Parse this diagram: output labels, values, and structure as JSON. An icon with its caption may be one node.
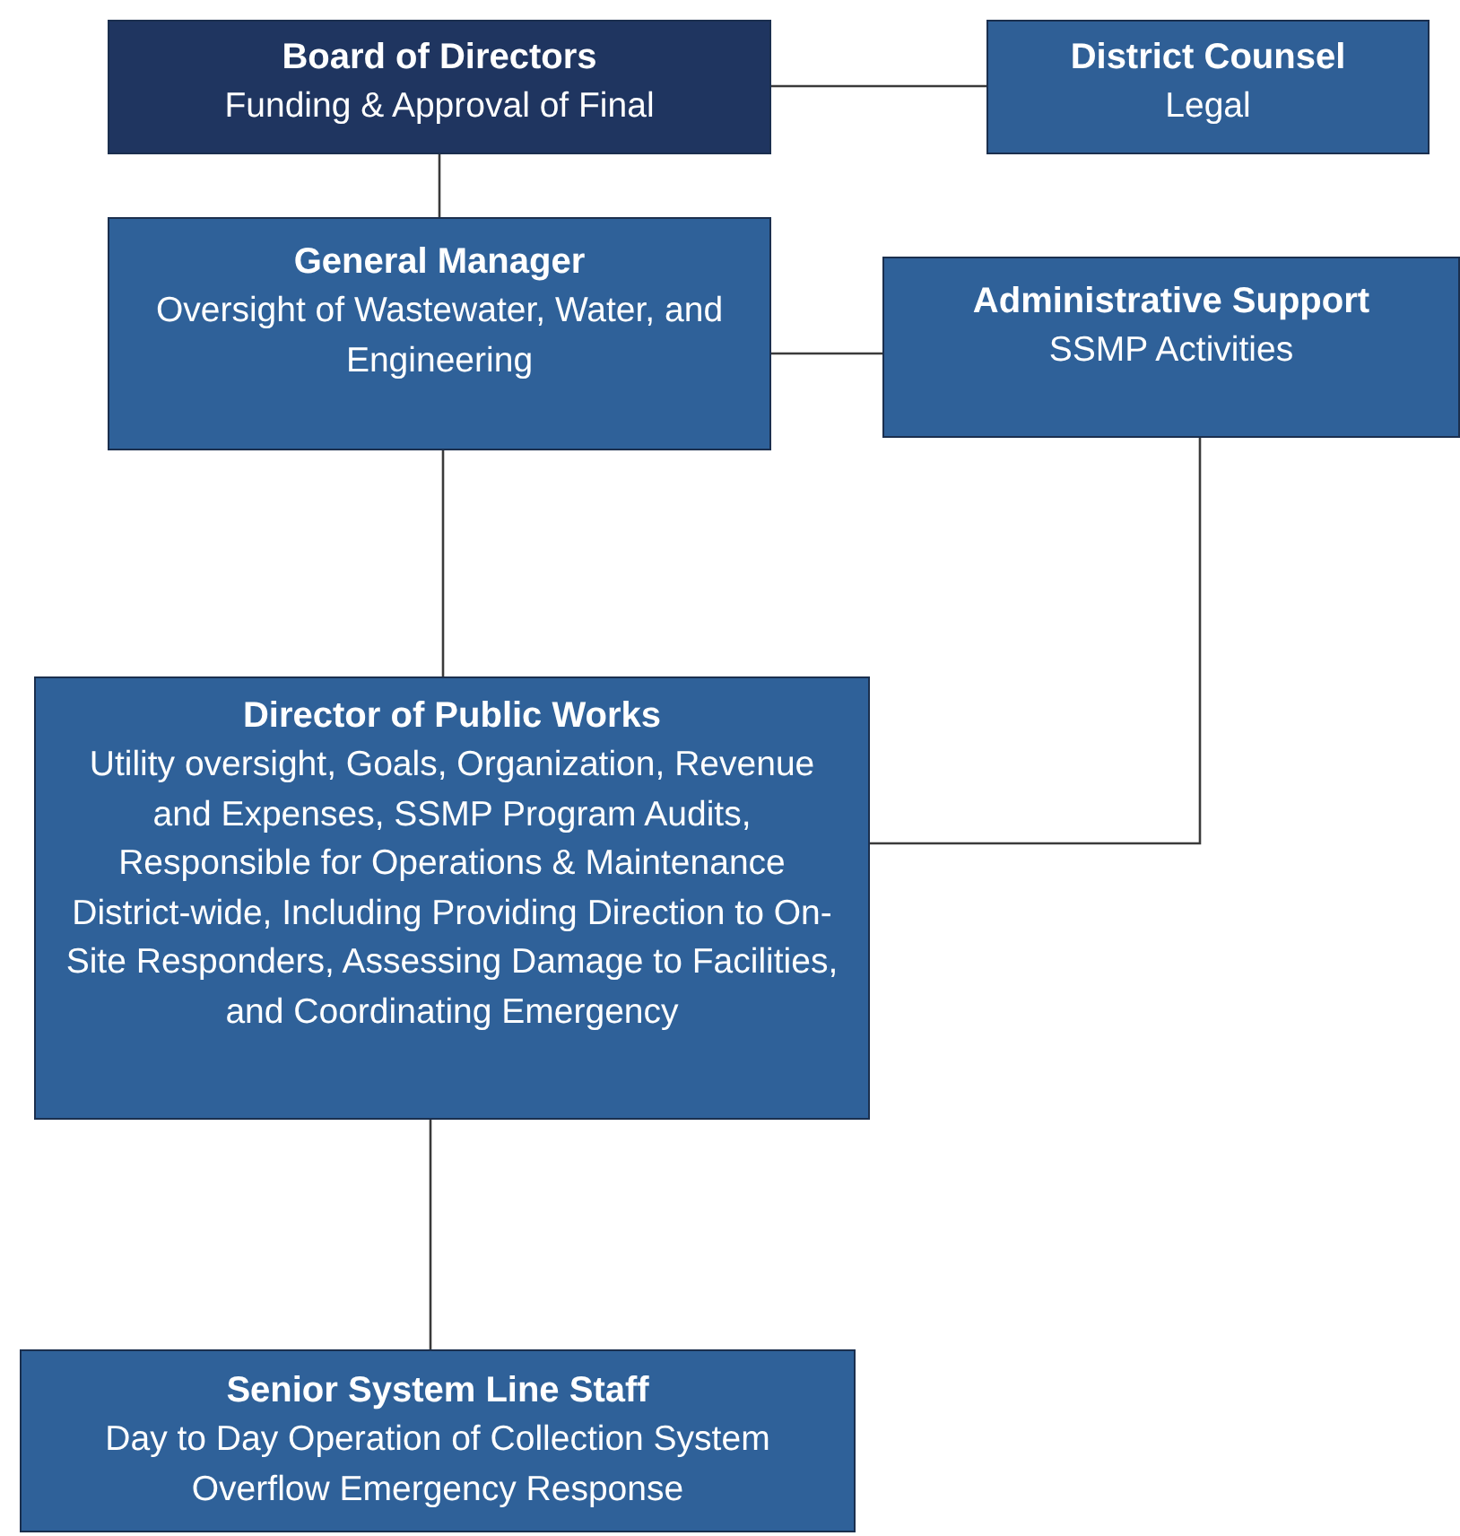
{
  "diagram": {
    "nodes": [
      {
        "text": [
          "Board of Directors",
          "Funding & Approval of Final"
        ]
      },
      {
        "text": [
          "District Counsel",
          "Legal"
        ]
      },
      {
        "text": [
          "General Manager",
          "Oversight of Wastewater, Water, and Engineering"
        ]
      },
      {
        "text": [
          "Administrative Support",
          "SSMP Activities"
        ]
      },
      {
        "text": [
          "Director of Public Works",
          "Utility oversight, Goals, Organization, Revenue and Expenses, SSMP Program Audits, Responsible for Operations & Maintenance District-wide, Including Providing Direction to On-Site Responders, Assessing Damage to Facilities, and Coordinating Emergency"
        ]
      },
      {
        "text": [
          "Senior System Line Staff",
          "Day to Day Operation of Collection System Overflow Emergency Response"
        ]
      }
    ],
    "edges": [
      {
        "from": 0,
        "to": 1,
        "arrow": "none"
      },
      {
        "from": 0,
        "to": 2,
        "arrow": "none"
      },
      {
        "from": 2,
        "to": 3,
        "arrow": "none"
      },
      {
        "from": 2,
        "to": 4,
        "arrow": "none"
      },
      {
        "from": 3,
        "to": 4,
        "arrow": "none"
      },
      {
        "from": 4,
        "to": 5,
        "arrow": "none"
      }
    ]
  }
}
